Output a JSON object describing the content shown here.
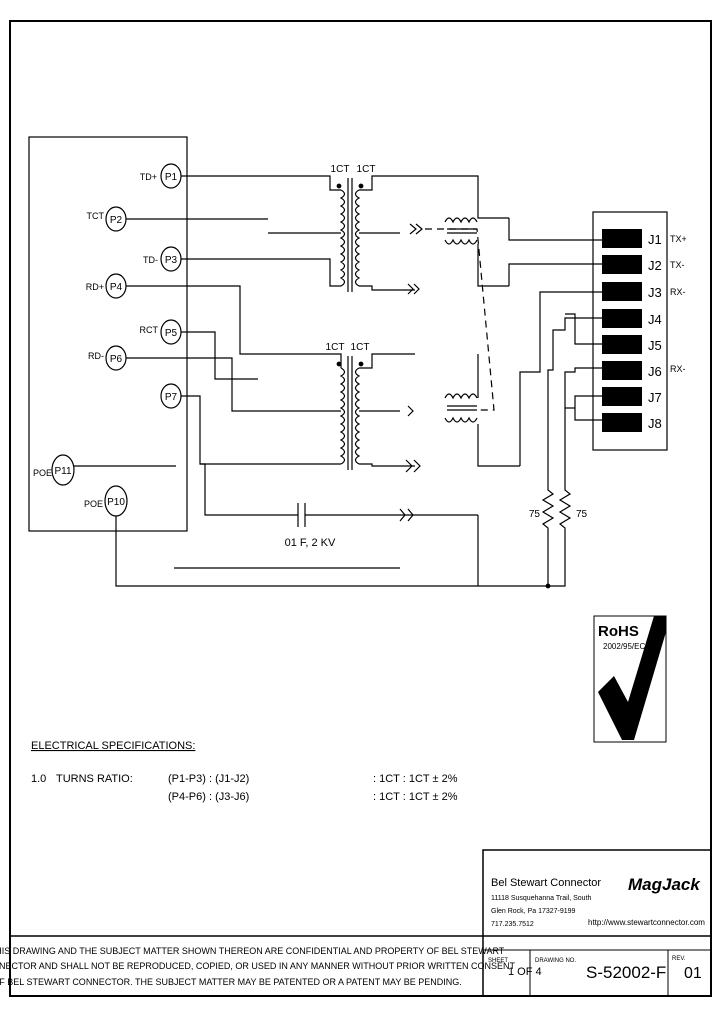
{
  "schematic": {
    "pins": [
      {
        "id": "P1",
        "label": "TD+"
      },
      {
        "id": "P2",
        "label": "TCT"
      },
      {
        "id": "P3",
        "label": "TD-"
      },
      {
        "id": "P4",
        "label": "RD+"
      },
      {
        "id": "P5",
        "label": "RCT"
      },
      {
        "id": "P6",
        "label": "RD-"
      },
      {
        "id": "P7",
        "label": ""
      },
      {
        "id": "P11",
        "label": "POE"
      },
      {
        "id": "P10",
        "label": "POE"
      }
    ],
    "transformer_ratio_labels": [
      "1CT",
      "1CT"
    ],
    "jacks": [
      {
        "id": "J1",
        "label": "TX+"
      },
      {
        "id": "J2",
        "label": "TX-"
      },
      {
        "id": "J3",
        "label": "RX-"
      },
      {
        "id": "J4",
        "label": ""
      },
      {
        "id": "J5",
        "label": ""
      },
      {
        "id": "J6",
        "label": "RX-"
      },
      {
        "id": "J7",
        "label": ""
      },
      {
        "id": "J8",
        "label": ""
      }
    ],
    "resistors": [
      "75",
      "75"
    ],
    "capacitor_label": "01 F, 2 KV"
  },
  "rohs": {
    "title": "RoHS",
    "subtitle": "2002/95/EC"
  },
  "specs": {
    "heading": "ELECTRICAL SPECIFICATIONS:",
    "item_number": "1.0",
    "item_name": "TURNS RATIO:",
    "rows": [
      {
        "pins": "(P1-P3) : (J1-J2)",
        "ratio": ": 1CT : 1CT ± 2%"
      },
      {
        "pins": "(P4-P6) : (J3-J6)",
        "ratio": ": 1CT : 1CT ± 2%"
      }
    ]
  },
  "company": {
    "name": "Bel Stewart Connector",
    "address_lines": [
      "11118 Susquehanna Trail, South",
      "Glen Rock, Pa 17327-9199",
      "717.235.7512"
    ],
    "brand": "MagJack",
    "website": "http://www.stewartconnector.com"
  },
  "title_block": {
    "sheet_label": "SHEET",
    "sheet_value": "1 OF 4",
    "drawing_label": "DRAWING NO.",
    "drawing_value": "S-52002-F",
    "rev_label": "REV.",
    "rev_value": "01"
  },
  "notice": {
    "lines": [
      "THIS DRAWING AND THE SUBJECT MATTER SHOWN THEREON ARE CONFIDENTIAL AND PROPERTY OF BEL STEWART",
      "CONNECTOR AND SHALL NOT BE REPRODUCED, COPIED, OR USED IN ANY MANNER WITHOUT PRIOR WRITTEN CONSENT",
      "OF BEL STEWART CONNECTOR. THE SUBJECT MATTER MAY BE PATENTED OR A PATENT MAY BE PENDING."
    ]
  }
}
